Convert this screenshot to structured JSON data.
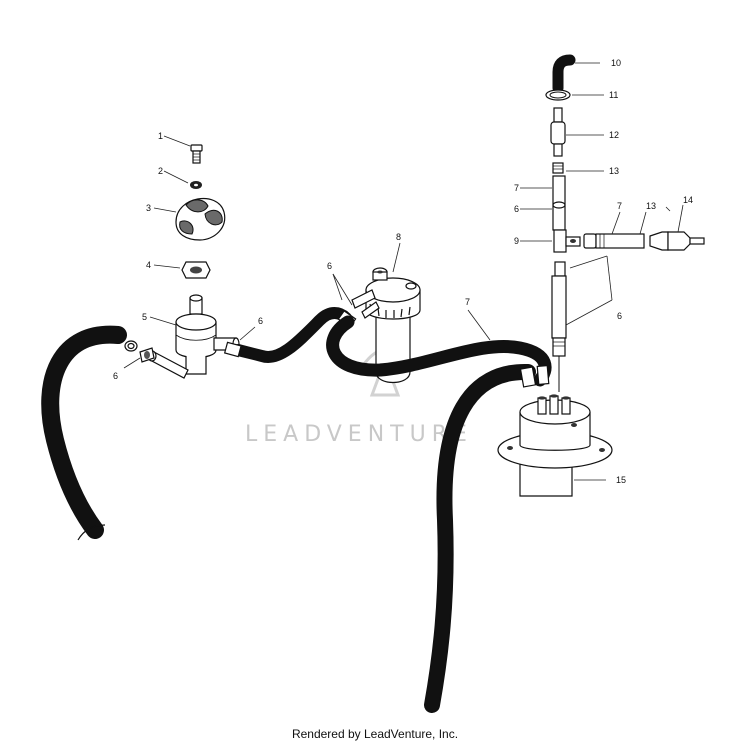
{
  "diagram": {
    "part_numbers": {
      "p1": "1",
      "p2": "2",
      "p3": "3",
      "p4": "4",
      "p5": "5",
      "p6a": "6",
      "p6b": "6",
      "p6c": "6",
      "p6d": "6",
      "p6e": "6",
      "p7a": "7",
      "p7b": "7",
      "p7c": "7",
      "p8": "8",
      "p9": "9",
      "p10": "10",
      "p11": "11",
      "p12": "12",
      "p13a": "13",
      "p13b": "13",
      "p14": "14",
      "p15": "15"
    },
    "watermark": "LEADVENTURE",
    "footer": "Rendered by LeadVenture, Inc."
  }
}
